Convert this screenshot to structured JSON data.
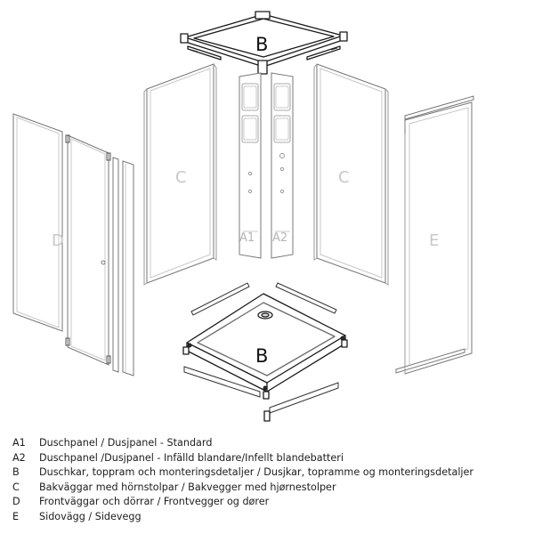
{
  "diagram": {
    "labels": {
      "b_top": "B",
      "b_tray": "B",
      "c_left": "C",
      "c_right": "C",
      "d": "D",
      "e": "E",
      "a1": "A1",
      "a2": "A2"
    }
  },
  "legend": [
    {
      "code": "A1",
      "text": "Duschpanel / Dusjpanel - Standard"
    },
    {
      "code": "A2",
      "text": "Duschpanel /Dusjpanel - Infälld blandare/Infellt blandebatteri"
    },
    {
      "code": "B",
      "text": "Duschkar, toppram och monteringsdetaljer / Dusjkar, topramme og monteringsdetaljer"
    },
    {
      "code": "C",
      "text": "Bakväggar med hörnstolpar / Bakvegger med hjørnestolper"
    },
    {
      "code": "D",
      "text": "Frontväggar och dörrar / Frontvegger og dører"
    },
    {
      "code": "E",
      "text": "Sidovägg / Sidevegg"
    }
  ]
}
